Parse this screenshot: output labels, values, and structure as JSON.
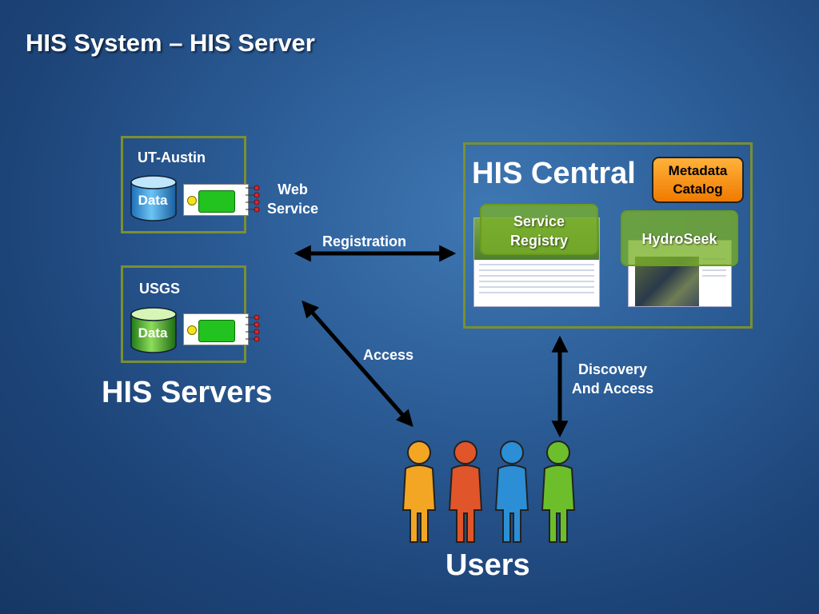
{
  "title": "HIS System – HIS Server",
  "servers": [
    {
      "name": "UT-Austin",
      "data_label": "Data",
      "color": "#3d9fe0"
    },
    {
      "name": "USGS",
      "data_label": "Data",
      "color": "#3fae2e"
    }
  ],
  "web_service_label_line1": "Web",
  "web_service_label_line2": "Service",
  "his_servers_label": "HIS Servers",
  "his_central": {
    "title": "HIS Central",
    "metadata_line1": "Metadata",
    "metadata_line2": "Catalog",
    "service_registry_line1": "Service",
    "service_registry_line2": "Registry",
    "hydroseek": "HydroSeek"
  },
  "arrows": {
    "registration": "Registration",
    "access": "Access",
    "discovery_line1": "Discovery",
    "discovery_line2": "And Access"
  },
  "users_label": "Users",
  "user_colors": [
    "#f2a623",
    "#e0552a",
    "#2c8fd6",
    "#6cbf2a"
  ],
  "colors": {
    "box_border": "#7a8f32",
    "background": "#2c5d97",
    "accent_orange": "#f07a00"
  }
}
